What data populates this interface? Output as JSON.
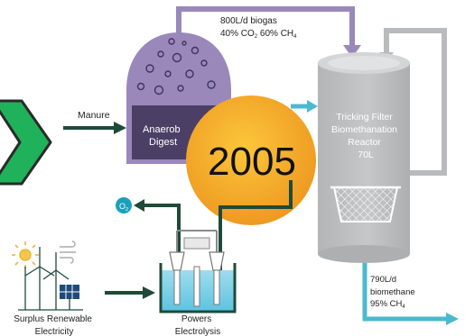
{
  "biogas": {
    "line1": "800L/d biogas",
    "line2_prefix": "40% CO",
    "line2_sub1": "2",
    "line2_mid": " 60% CH",
    "line2_sub2": "4"
  },
  "manure_label": "Manure",
  "digester": {
    "line1": "Anaerob",
    "line2": "Digest"
  },
  "reactor": {
    "line1": "Tricking Filter",
    "line2": "Biomethanation",
    "line3": "Reactor",
    "line4": "70L"
  },
  "year_badge": "2005",
  "oxygen": {
    "main": "O",
    "sub": "2"
  },
  "biomethane": {
    "line1": "790L/d",
    "line2": "biomethane",
    "line3_prefix": "95% CH",
    "line3_sub": "4"
  },
  "surplus": {
    "line1": "Surplus Renewable",
    "line2": "Electricity"
  },
  "powers": {
    "line1": "Powers",
    "line2": "Electrolysis"
  },
  "colors": {
    "purple": "#9a88bb",
    "dark_green": "#1e4a3a",
    "grey": "#b9babb",
    "teal": "#4bb9cf",
    "badge": "#f3a52a",
    "chevron_fill": "#1fb25a"
  }
}
